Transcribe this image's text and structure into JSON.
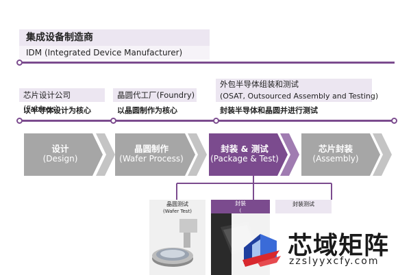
{
  "idm": {
    "title": "集成设备制造商",
    "subtitle": "IDM (Integrated Device Manufacturer)"
  },
  "segments": [
    {
      "label": "芯片设计公司(Fabless)",
      "desc": "以半导体设计为核心"
    },
    {
      "label": "晶圆代工厂(Foundry)",
      "desc": "以晶圆制作为核心"
    },
    {
      "label": "外包半导体组装和测试",
      "label2": "(OSAT, Outsourced Assembly and Testing)",
      "desc": "封装半导体和晶圆并进行测试"
    }
  ],
  "stages": [
    {
      "cn": "设计",
      "en": "(Design)"
    },
    {
      "cn": "晶圆制作",
      "en": "(Wafer Process)"
    },
    {
      "cn": "封装 & 测试",
      "en": "(Package & Test)"
    },
    {
      "cn": "芯片封装",
      "en": "(Assembly)"
    }
  ],
  "substeps": [
    {
      "cn": "晶圆测试",
      "en": "(Wafer Test)"
    },
    {
      "cn": "封装",
      "en": "("
    },
    {
      "cn": "封装测试",
      "en": ""
    }
  ],
  "watermark": {
    "name": "芯域矩阵",
    "url": "zzslyyxcfy.com"
  },
  "colors": {
    "accent": "#7b4b8e",
    "gray": "#a6a6a6",
    "tag": "#ece6f1"
  }
}
